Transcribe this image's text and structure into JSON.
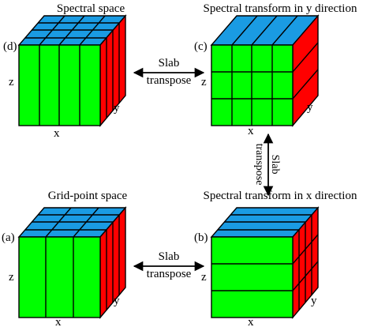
{
  "colors": {
    "front": "#00ff00",
    "top": "#1a9be3",
    "side": "#ff0000",
    "outline": "#000000"
  },
  "panels": {
    "d": {
      "title": "Spectral space",
      "tag": "(d)",
      "axis_x": "x",
      "axis_y": "y",
      "axis_z": "z",
      "decomposition": "z-pencils, 4 vertical columns"
    },
    "c": {
      "title": "Spectral transform in y direction",
      "tag": "(c)",
      "axis_x": "x",
      "axis_y": "y",
      "axis_z": "z",
      "decomposition": "y-pencils, 4x3 grid"
    },
    "a": {
      "title": "Grid-point space",
      "tag": "(a)",
      "axis_x": "x",
      "axis_y": "y",
      "axis_z": "z",
      "decomposition": "3 vertical slabs"
    },
    "b": {
      "title": "Spectral transform in x direction",
      "tag": "(b)",
      "axis_x": "x",
      "axis_y": "y",
      "axis_z": "z",
      "decomposition": "horizontal slabs"
    }
  },
  "arrows": {
    "top": {
      "line1": "Slab",
      "line2": "transpose"
    },
    "bottom": {
      "line1": "Slab",
      "line2": "transpose"
    },
    "right": {
      "line1": "Slab",
      "line2": "transpose"
    }
  }
}
